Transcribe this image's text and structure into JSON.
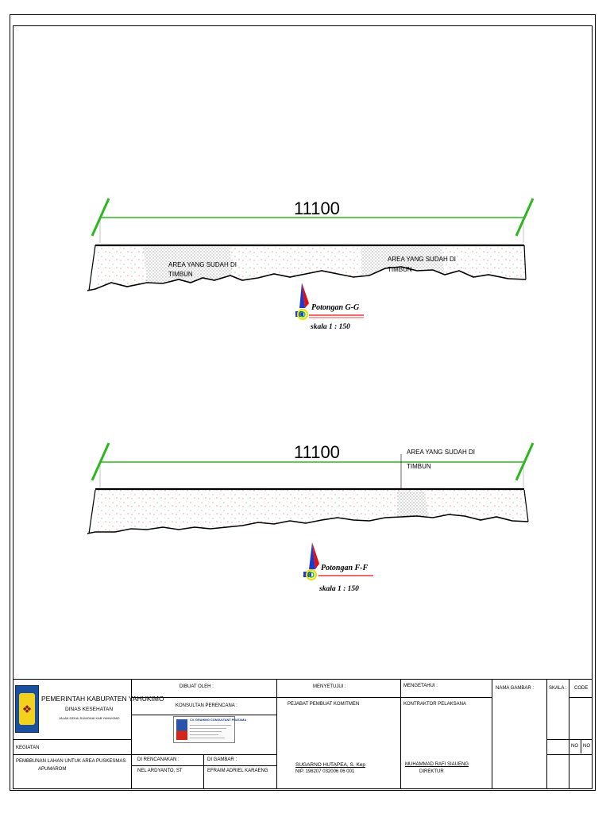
{
  "sections": [
    {
      "dimension": "11100",
      "title": "Potongan G-G",
      "scale": "skala 1 : 150",
      "notes": [
        {
          "line1": "AREA YANG SUDAH DI",
          "line2": "TIMBUN"
        },
        {
          "line1": "AREA YANG SUDAH DI",
          "line2": "TIMBUN"
        }
      ]
    },
    {
      "dimension": "11100",
      "title": "Potongan F-F",
      "scale": "skala 1 : 150",
      "notes": [
        {
          "line1": "AREA YANG SUDAH DI",
          "line2": "TIMBUN"
        }
      ]
    }
  ],
  "title_block": {
    "owner": "PEMERINTAH KABUPATEN YAHUKIMO",
    "department": "DINAS KESEHATAN",
    "address": "JALAN DEKAI SUMOHAI KAB YAHUKIMO",
    "kegiatan_label": "KEGIATAN",
    "kegiatan_value_1": "PEMBBUNAN LAHAN UNTUK AREA PUSKESMAS",
    "kegiatan_value_2": "APUMAROM",
    "dibuat_oleh": "DIBUAT OLEH :",
    "konsultan_perencana": "KONSULTAN PERENCANA :",
    "consultant_name": "CV. GRAHING CONSULTANT PRATAMA",
    "direncanakan_label": "DI RENCANAKAN :",
    "direncanakan_name": "NEL ARDYANTO, ST",
    "digambar_label": "DI GAMBAR :",
    "digambar_name": "EFRAIM ADRIEL KARAENG",
    "menyetujui": "MENYETUJUI :",
    "pejabat": "PEJABAT PEMBUAT KOMITMEN",
    "pejabat_name": "SUGARNO HUTAPEA, S. Kep",
    "pejabat_nip": "NIP. 198207 032006 06 001",
    "mengetahui": "MENGETAHUI :",
    "kontraktor": "KONTRAKTOR PELAKSANA",
    "kontraktor_name": "MUHAMMAD RAFI SIAUENG",
    "kontraktor_role": "DIREKTUR",
    "nama_gambar": "NAMA GAMBAR :",
    "skala": "SKALA :",
    "code": "CODE",
    "no1": "NO",
    "no2": "NO"
  },
  "colors": {
    "dimension_line": "#2cb81c",
    "fill_dots": "#e01010",
    "section_arrow_red": "#e01010",
    "section_arrow_blue": "#1a3ad0",
    "section_arrow_yellow": "#e8e010",
    "badge_blue": "#1b4fa0"
  }
}
